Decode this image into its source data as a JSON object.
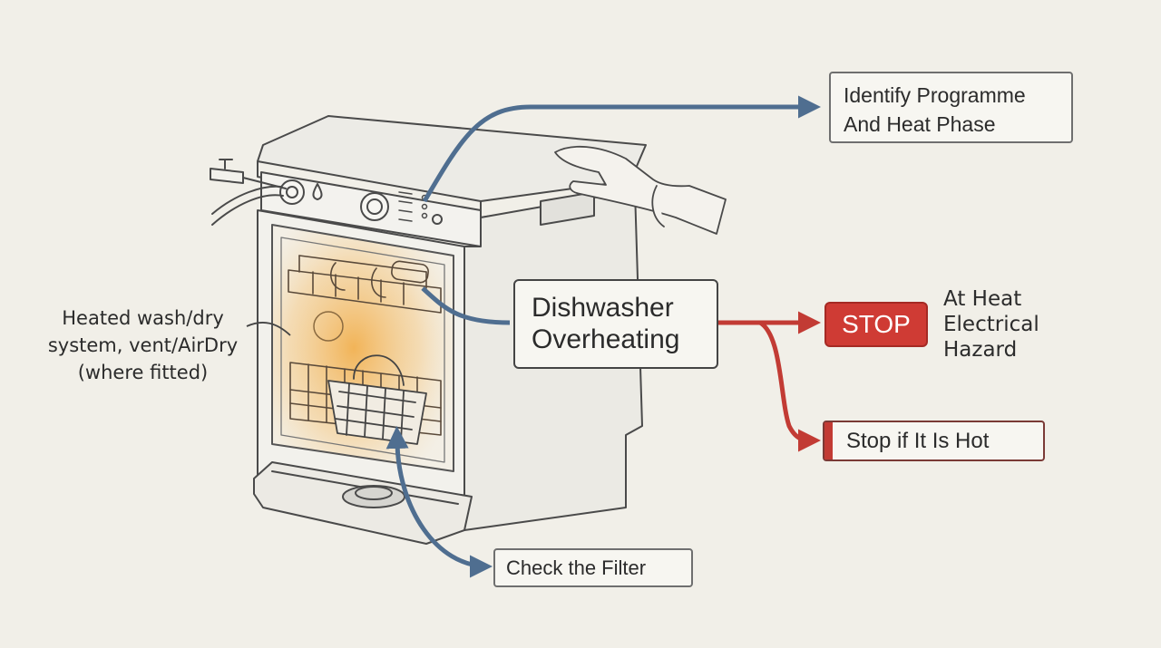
{
  "title": [
    "Dishwasher",
    "Overheating"
  ],
  "callouts": {
    "identify": [
      "Identify Programme",
      "And Heat Phase"
    ],
    "stop": "STOP",
    "hazard": [
      "At Heat",
      "Electrical",
      "Hazard"
    ],
    "stop_if_hot": "Stop if It Is Hot",
    "check_filter": "Check the Filter",
    "components": [
      "Heated wash/dry",
      "system, vent/AirDry",
      "(where fitted)"
    ]
  },
  "colors": {
    "background": "#f1efe8",
    "blue_arrow": "#5b7a9b",
    "red_arrow": "#c23b34",
    "heat_glow": "#f2b04e",
    "line": "#4a4a4a"
  },
  "icons": [
    "water-drop-icon",
    "hand-icon",
    "water-tap-icon"
  ]
}
